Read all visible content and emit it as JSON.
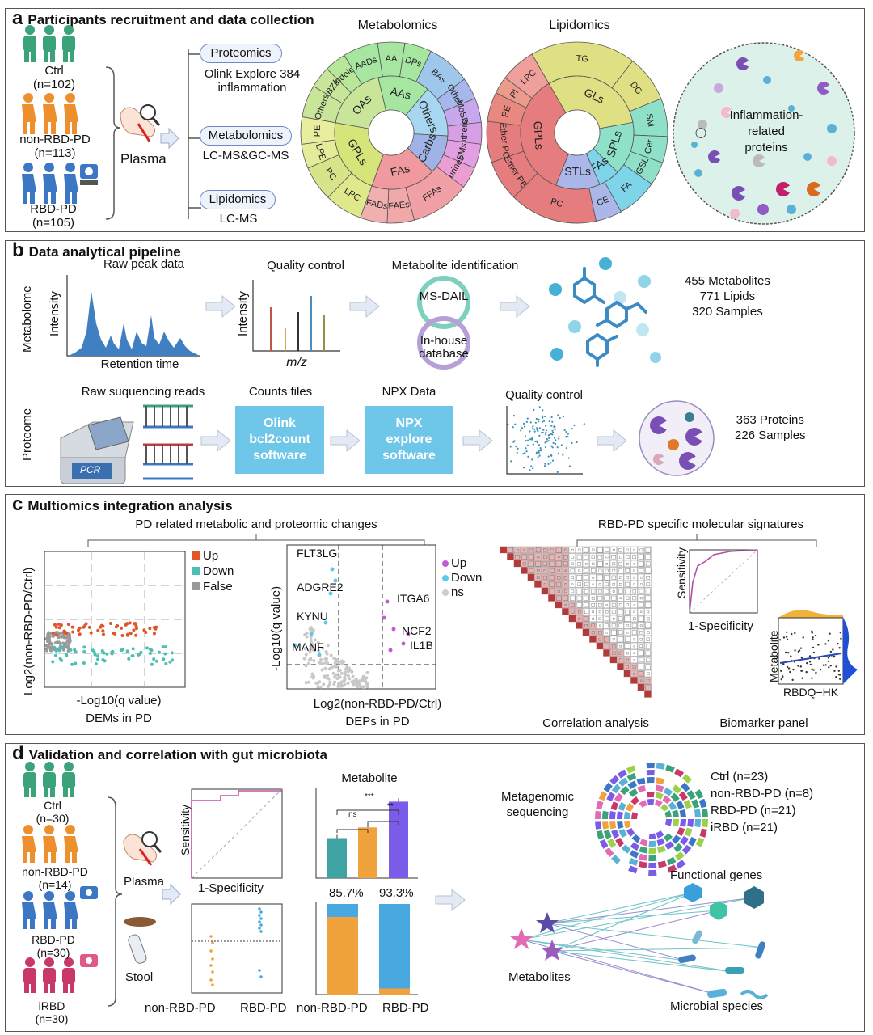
{
  "panel_a": {
    "letter": "a",
    "title": "Participants recruitment and data collection",
    "groups": [
      {
        "name": "Ctrl",
        "n": "(n=102)"
      },
      {
        "name": "non-RBD-PD",
        "n": "(n=113)"
      },
      {
        "name": "RBD-PD",
        "n": "(n=105)"
      }
    ],
    "plasma": "Plasma",
    "branches": [
      {
        "label": "Proteomics",
        "desc": "Olink Explore 384\ninflammation"
      },
      {
        "label": "Metabolomics",
        "desc": "LC-MS&GC-MS"
      },
      {
        "label": "Lipidomics",
        "desc": "LC-MS"
      }
    ],
    "metabolomics_title": "Metabolomics",
    "lipidomics_title": "Lipidomics",
    "proteins_label": "Inflammation-\nrelated\nproteins"
  },
  "metab_wheel": {
    "inner": [
      "OAs",
      "AAs",
      "Others",
      "Carbs",
      "FAs",
      "GPLs"
    ],
    "outer": [
      "Others",
      "BZs",
      "Indoles",
      "AADs",
      "AA",
      "DPs",
      "BAs",
      "Others",
      "MoSDs",
      "Others",
      "SMs",
      "Purines",
      "FFAs",
      "FAEs",
      "FADs",
      "LPC",
      "PC",
      "LPE",
      "PE"
    ]
  },
  "lipid_wheel": {
    "inner": [
      "GLs",
      "SPLs",
      "FAs",
      "STLs",
      "GPLs"
    ],
    "outer": [
      "TG",
      "DG",
      "SM",
      "Cer",
      "GSL",
      "FA",
      "CE",
      "PC",
      "Ether PE",
      "Ether PC",
      "PE",
      "PI",
      "LPC"
    ]
  },
  "panel_b": {
    "letter": "b",
    "title": "Data analytical pipeline",
    "metabolome": "Metabolome",
    "proteome": "Proteome",
    "raw_peak": "Raw peak data",
    "intensity": "Intensity",
    "retention": "Retention time",
    "qc": "Quality control",
    "mz": "m/z",
    "metab_id": "Metabolite identification",
    "msdail": "MS-DAIL",
    "inhouse": "In-house\ndatabase",
    "metab_stats": [
      "455 Metabolites",
      "771 Lipids",
      "320 Samples"
    ],
    "raw_reads": "Raw suquencing reads",
    "pcr": "PCR",
    "counts": "Counts files",
    "olink_box": "Olink\nbcl2count\nsoftware",
    "npx_data": "NPX Data",
    "npx_box": "NPX\nexplore\nsoftware",
    "qc2": "Quality control",
    "prot_stats": [
      "363 Proteins",
      "226 Samples"
    ]
  },
  "panel_c": {
    "letter": "c",
    "title": "Multiomics integration analysis",
    "pd_changes": "PD related metabolic and proteomic changes",
    "rbd_signatures": "RBD-PD specific molecular signatures",
    "legend1": [
      "Up",
      "Down",
      "False"
    ],
    "dem_ylabel": "Log2(non-RBD-PD/Ctrl)",
    "dem_xlabel": "-Log10(q value)",
    "dem_title": "DEMs in PD",
    "dep_ylabel": "-Log10(q value)",
    "dep_xlabel": "Log2(non-RBD-PD/Ctrl)",
    "dep_title": "DEPs in PD",
    "legend2": [
      "Up",
      "Down",
      "ns"
    ],
    "genes_left": [
      "FLT3LG",
      "ADGRE2",
      "KYNU",
      "MANF"
    ],
    "genes_right": [
      "ITGA6",
      "NCF2",
      "IL1B"
    ],
    "corr_title": "Correlation analysis",
    "sensitivity": "Sensitivity",
    "specificity": "1-Specificity",
    "metabolite": "Metabolite",
    "rbdq": "RBDQ−HK",
    "biomarker": "Biomarker panel"
  },
  "panel_d": {
    "letter": "d",
    "title": "Validation and correlation with gut microbiota",
    "groups": [
      {
        "name": "Ctrl",
        "n": "(n=30)"
      },
      {
        "name": "non-RBD-PD",
        "n": "(n=14)"
      },
      {
        "name": "RBD-PD",
        "n": "(n=30)"
      },
      {
        "name": "iRBD",
        "n": "(n=30)"
      }
    ],
    "plasma": "Plasma",
    "stool": "Stool",
    "sensitivity": "Sensitivity",
    "specificity": "1-Specificity",
    "metabolite": "Metabolite",
    "sig": [
      "***",
      "ns",
      "**"
    ],
    "metab_bars": [
      0.45,
      0.57,
      0.86
    ],
    "pct": [
      "85.7%",
      "93.3%"
    ],
    "stacked": [
      {
        "bottom": 0.857
      },
      {
        "bottom": 0.067
      }
    ],
    "xcats": [
      "non-RBD-PD",
      "RBD-PD"
    ],
    "xcats2": [
      "non-RBD-PD",
      "RBD-PD"
    ],
    "metagenomic": "Metagenomic\nsequencing",
    "cohort": [
      "Ctrl (n=23)",
      "non-RBD-PD (n=8)",
      "RBD-PD (n=21)",
      "iRBD (n=21)"
    ],
    "functional": "Functional genes",
    "metabolites": "Metabolites",
    "microbial": "Microbial species"
  }
}
